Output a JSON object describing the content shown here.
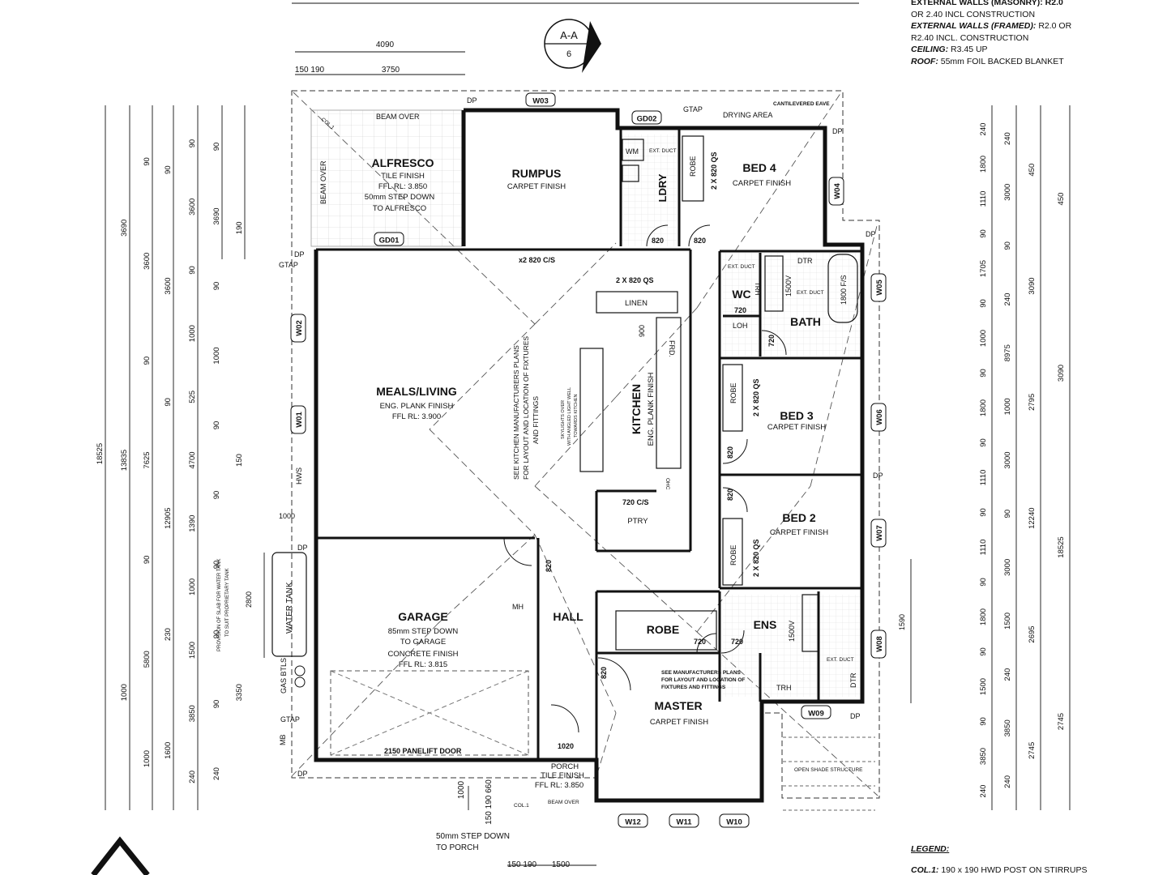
{
  "notes": {
    "line1": "EXTERNAL WALLS (MASONRY): R2.0",
    "line2": "OR 2.40 INCL CONSTRUCTION",
    "line3_label": "EXTERNAL WALLS (FRAMED):",
    "line3_value": "R2.0 OR",
    "line4": "R2.40 INCL. CONSTRUCTION",
    "line5_label": "CEILING:",
    "line5_value": "R3.45 UP",
    "line6_label": "ROOF:",
    "line6_value": "55mm FOIL BACKED BLANKET"
  },
  "legend": {
    "title": "LEGEND:",
    "item_label": "COL.1:",
    "item_value": "190 x 190 HWD POST ON STIRRUPS"
  },
  "section_marker": {
    "label": "A-A",
    "sheet": "6"
  },
  "rooms": {
    "alfresco": {
      "name": "ALFRESCO",
      "l1": "TILE FINISH",
      "l2": "FFL RL: 3.850",
      "l3": "50mm STEP DOWN",
      "l4": "TO ALFRESCO"
    },
    "rumpus": {
      "name": "RUMPUS",
      "l1": "CARPET FINISH"
    },
    "ldry": {
      "name": "LDRY"
    },
    "bed4": {
      "name": "BED 4",
      "l1": "CARPET FINISH"
    },
    "meals": {
      "name": "MEALS/LIVING",
      "l1": "ENG. PLANK FINISH",
      "l2": "FFL RL: 3.900"
    },
    "kitchen": {
      "name": "KITCHEN",
      "l1": "ENG. PLANK FINISH"
    },
    "wc": {
      "name": "WC"
    },
    "bath": {
      "name": "BATH"
    },
    "bed3": {
      "name": "BED 3",
      "l1": "CARPET FINISH"
    },
    "bed2": {
      "name": "BED 2",
      "l1": "CARPET FINISH"
    },
    "garage": {
      "name": "GARAGE",
      "l1": "85mm STEP DOWN",
      "l2": "TO GARAGE",
      "l3": "CONCRETE FINISH",
      "l4": "FFL RL: 3.815"
    },
    "hall": {
      "name": "HALL"
    },
    "robe": {
      "name": "ROBE"
    },
    "ens": {
      "name": "ENS"
    },
    "master": {
      "name": "MASTER",
      "l1": "CARPET FINISH"
    },
    "porch": {
      "name": "PORCH",
      "l1": "TILE FINISH",
      "l2": "FFL RL: 3.850"
    },
    "pantry": {
      "name": "PTRY"
    },
    "linen": {
      "name": "LINEN"
    }
  },
  "windows": [
    "W03",
    "GD02",
    "W04",
    "GD01",
    "W05",
    "W02",
    "W01",
    "W06",
    "W07",
    "W08",
    "W09",
    "W12",
    "W11",
    "W10"
  ],
  "labels": {
    "beam_over": "BEAM OVER",
    "col1": "COL.1",
    "dp": "DP",
    "gtap": "GTAP",
    "drying": "DRYING AREA",
    "cantilever": "CANTILEVERED EAVE",
    "wm": "WM",
    "ext_duct": "EXT. DUCT",
    "robe": "ROBE",
    "qs_2x820": "2 X 820 QS",
    "c820": "820",
    "x2_820_cs": "x2 820 C/S",
    "kitchen_note1": "SEE KITCHEN MANUFACTURERS PLANS",
    "kitchen_note2": "FOR LAYOUT AND LOCATION OF FIXTURES",
    "kitchen_note3": "AND FITTINGS",
    "skylight1": "SKYLIGHTS OVER",
    "skylight2": "WITH ANGLED LIGHT WELL",
    "skylight3": "TOWARDS KITCHEN",
    "d900": "900",
    "frd": "FRD.",
    "ohc": "OHC",
    "cs720": "720 C/S",
    "trh": "TRH",
    "dtr": "DTR",
    "v1500": "1500V",
    "bath1800": "1800 F/S",
    "loh": "LOH",
    "d720": "720",
    "hws": "HWS",
    "d1000": "1000",
    "d2800": "2800",
    "water_tank": "WATER TANK",
    "tank_note1": "PROVISION OF SLAB FOR WATER TANK",
    "tank_note2": "TO SUIT PROPRIETARY TANK",
    "gas": "GAS BTLS",
    "mb": "MB",
    "mh": "MH",
    "panelift": "2150 PANELIFT DOOR",
    "d1020": "1020",
    "master_note1": "SEE MANUFACTURERS PLANS",
    "master_note2": "FOR LAYOUT AND LOCATION OF",
    "master_note3": "FIXTURES AND FITTINGS",
    "shade": "OPEN SHADE STRUCTURE",
    "step_porch1": "50mm STEP DOWN",
    "step_porch2": "TO PORCH",
    "d1590": "1590"
  },
  "top_dims": {
    "d4090": "4090",
    "d150_190": "150 190",
    "d3750": "3750",
    "bottom_150_190": "150 190",
    "bottom_1500": "1500",
    "bottom_1000": "1000",
    "bottom_150_190_660": "150 190 660"
  },
  "left_dims": {
    "c1": [
      "18525"
    ],
    "c2": [
      "3690",
      "13835",
      "1000"
    ],
    "c3": [
      "90",
      "3600",
      "90",
      "7625",
      "90",
      "5800",
      "1000"
    ],
    "c4": [
      "90",
      "3600",
      "90",
      "12905",
      "230",
      "1600"
    ],
    "c5": [
      "90",
      "3600",
      "90",
      "1000",
      "525",
      "4700",
      "1390",
      "1000",
      "1500",
      "3850",
      "240"
    ],
    "c6": [
      "90",
      "3690",
      "90",
      "1000",
      "90",
      "90",
      "90",
      "90",
      "90",
      "240"
    ],
    "c7": [
      "190",
      "150",
      "3350"
    ]
  },
  "right_dims": {
    "r1": [
      "240",
      "1800",
      "1110",
      "90",
      "1705",
      "90",
      "1000",
      "90",
      "1800",
      "90",
      "1110",
      "90",
      "1110",
      "90",
      "1800",
      "90",
      "1500",
      "90",
      "3850",
      "240"
    ],
    "r2": [
      "240",
      "3000",
      "90",
      "240",
      "8975",
      "1000",
      "3000",
      "90",
      "3000",
      "1500",
      "240",
      "3850",
      "240"
    ],
    "r3": [
      "450",
      "3090",
      "2795",
      "12240",
      "2695",
      "2745"
    ],
    "r4": [
      "450",
      "3090",
      "18525",
      "2745"
    ]
  }
}
